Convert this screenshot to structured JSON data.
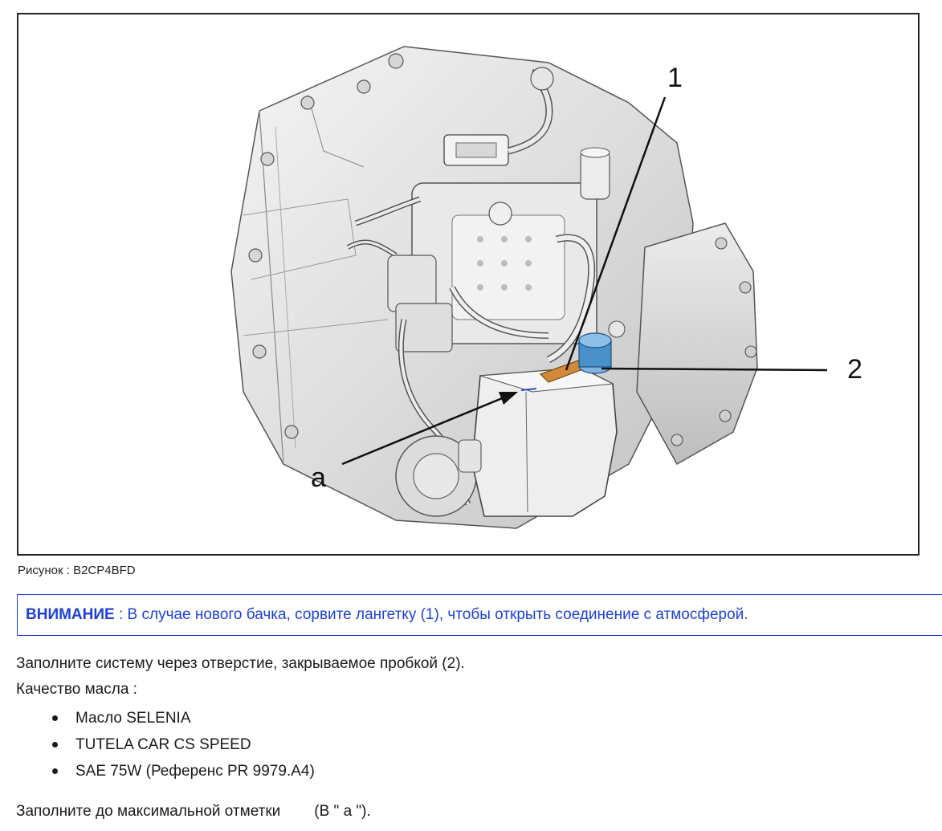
{
  "figure": {
    "callouts": {
      "one": "1",
      "two": "2",
      "a": "a"
    },
    "caption": "Рисунок : B2CP4BFD"
  },
  "warning": {
    "label": "ВНИМАНИЕ",
    "separator": " : ",
    "text": "В случае нового бачка, сорвите лангетку (1), чтобы открыть соединение с атмосферой."
  },
  "instructions": {
    "fill_system": "Заполните систему через отверстие, закрываемое пробкой (2).",
    "oil_quality_label": "Качество масла :",
    "oil_items": [
      "Масло SELENIA",
      "TUTELA CAR CS SPEED",
      "SAE 75W (Референс PR 9979.A4)"
    ],
    "fill_to_mark": "Заполните до максимальной отметки",
    "fill_to_mark_ref": "(В \" а \")."
  },
  "colors": {
    "warning_blue": "#1f3fd8",
    "cap_blue": "#4a90c8",
    "tab_orange": "#d08a3a"
  }
}
